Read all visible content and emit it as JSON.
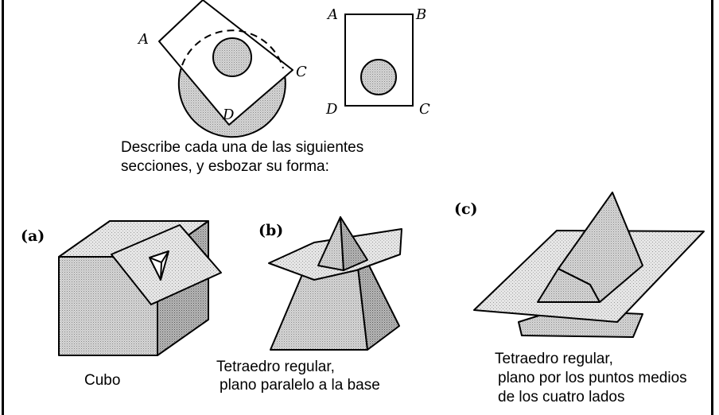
{
  "intro_figure": {
    "labels": {
      "a": "A",
      "b": "B",
      "c": "C",
      "d": "D"
    }
  },
  "instructions": {
    "line1": "Describe cada una de las siguientes",
    "line2": "secciones, y esbozar su forma:"
  },
  "panels": [
    {
      "tag": "(a)",
      "caption": [
        "Cubo"
      ]
    },
    {
      "tag": "(b)",
      "caption": [
        "Tetraedro regular,",
        "plano paralelo a la base"
      ]
    },
    {
      "tag": "(c)",
      "caption": [
        "Tetraedro regular,",
        "plano por los puntos medios",
        "de los cuatro lados"
      ]
    }
  ],
  "colors": {
    "ink": "#000000",
    "shade": "#c8c8c8",
    "paper": "#ffffff"
  }
}
